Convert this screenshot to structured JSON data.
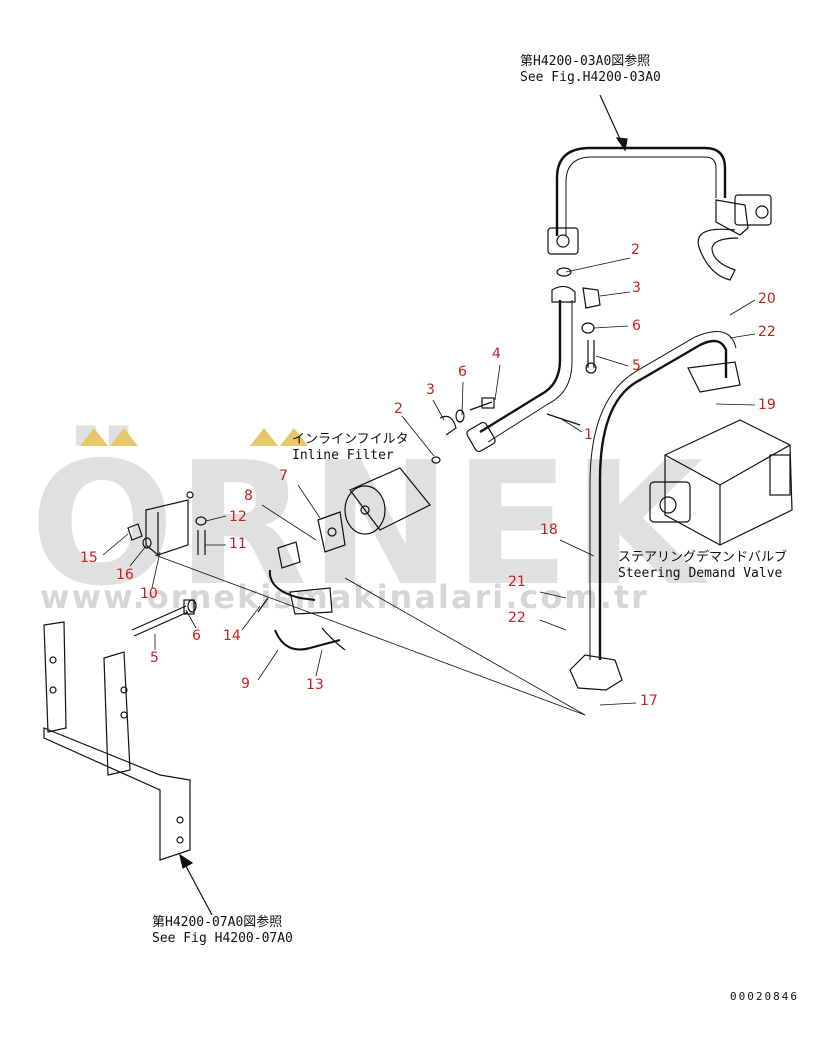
{
  "references": {
    "top_jp": "第H4200-03A0図参照",
    "top_en": "See Fig.H4200-03A0",
    "bottom_jp": "第H4200-07A0図参照",
    "bottom_en": "See Fig H4200-07A0"
  },
  "labels": {
    "filter_jp": "インラインフイルタ",
    "filter_en": "Inline Filter",
    "valve_jp": "ステアリングデマンドバルブ",
    "valve_en": "Steering Demand Valve"
  },
  "callouts": [
    {
      "id": "c-2a",
      "text": "2"
    },
    {
      "id": "c-3a",
      "text": "3"
    },
    {
      "id": "c-6a",
      "text": "6"
    },
    {
      "id": "c-5a",
      "text": "5"
    },
    {
      "id": "c-4",
      "text": "4"
    },
    {
      "id": "c-6b",
      "text": "6"
    },
    {
      "id": "c-3b",
      "text": "3"
    },
    {
      "id": "c-2b",
      "text": "2"
    },
    {
      "id": "c-1",
      "text": "1"
    },
    {
      "id": "c-20",
      "text": "20"
    },
    {
      "id": "c-22a",
      "text": "22"
    },
    {
      "id": "c-19",
      "text": "19"
    },
    {
      "id": "c-7",
      "text": "7"
    },
    {
      "id": "c-8",
      "text": "8"
    },
    {
      "id": "c-12",
      "text": "12"
    },
    {
      "id": "c-11",
      "text": "11"
    },
    {
      "id": "c-15",
      "text": "15"
    },
    {
      "id": "c-16",
      "text": "16"
    },
    {
      "id": "c-10",
      "text": "10"
    },
    {
      "id": "c-18",
      "text": "18"
    },
    {
      "id": "c-21",
      "text": "21"
    },
    {
      "id": "c-22b",
      "text": "22"
    },
    {
      "id": "c-6c",
      "text": "6"
    },
    {
      "id": "c-14",
      "text": "14"
    },
    {
      "id": "c-5b",
      "text": "5"
    },
    {
      "id": "c-9",
      "text": "9"
    },
    {
      "id": "c-13",
      "text": "13"
    },
    {
      "id": "c-17",
      "text": "17"
    }
  ],
  "watermark": {
    "logo": "ÖRNEK",
    "url": "www.ornekismakinalari.com.tr"
  },
  "drawing_code": "00020846",
  "colors": {
    "callout": "#c81e1e",
    "line": "#111111",
    "watermark": "#cccccc",
    "watermark_accent": "#e8c66a"
  }
}
